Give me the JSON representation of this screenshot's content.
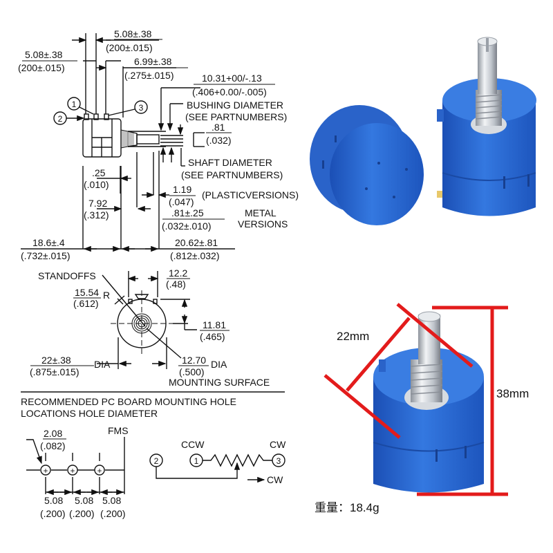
{
  "drawing": {
    "side_view": {
      "dim_pin_spacing_a": {
        "mm": "5.08±.38",
        "in": "(200±.015)"
      },
      "dim_pin_spacing_b": {
        "mm": "5.08±.38",
        "in": "(200±.015)"
      },
      "dim_pin3_offset": {
        "mm": "6.99±.38",
        "in": "(.275±.015)"
      },
      "dim_bushing": {
        "mm": "10.31+00/-.13",
        "in": "(.406+0.00/-.005)"
      },
      "bushing_label": [
        "BUSHING DIAMETER",
        "(SEE PARTNUMBERS)"
      ],
      "dim_flat": {
        "mm": ".81",
        "in": "(.032)"
      },
      "shaft_label": [
        "SHAFT DIAMETER",
        "(SEE PARTNUMBERS)"
      ],
      "dim_025": {
        "mm": ".25",
        "in": "(.010)"
      },
      "dim_plastic": {
        "mm": "1.19",
        "in": "(.047)",
        "note": "(PLASTICVERSIONS)"
      },
      "dim_792": {
        "mm": "7.92",
        "in": "(.312)"
      },
      "dim_metal": {
        "mm": ".81±.25",
        "in": "(.032±.010)",
        "note": [
          "METAL",
          "VERSIONS"
        ]
      },
      "dim_body": {
        "mm": "18.6±.4",
        "in": "(.732±.015)"
      },
      "dim_shaft_len": {
        "mm": "20.62±.81",
        "in": "(.812±.032)"
      },
      "pins": [
        "1",
        "2",
        "3"
      ]
    },
    "front_view": {
      "standoffs": "STANDOFFS",
      "dim_radius": {
        "mm": "15.54",
        "in": "(.612)",
        "suffix": "R"
      },
      "dim_122": {
        "mm": "12.2",
        "in": "(.48)"
      },
      "dim_1181": {
        "mm": "11.81",
        "in": "(.465)"
      },
      "dim_dia": {
        "mm": "22±.38",
        "in": "(.875±.015)",
        "suffix": "DIA"
      },
      "dim_1270": {
        "mm": "12.70",
        "in": "(.500)",
        "suffix": "DIA"
      },
      "mounting": "MOUNTING SURFACE"
    },
    "pcb": {
      "title": [
        "RECOMMENDED PC BOARD MOUNTING HOLE",
        "LOCATIONS HOLE DIAMETER"
      ],
      "dim_hole": {
        "mm": "2.08",
        "in": "(.082)"
      },
      "fms": "FMS",
      "spacing": [
        {
          "mm": "5.08",
          "in": "(.200)"
        },
        {
          "mm": "5.08",
          "in": "(.200)"
        },
        {
          "mm": "5.08",
          "in": "(.200)"
        }
      ]
    },
    "schematic": {
      "ccw": "CCW",
      "cw": "CW",
      "arrow_label": "CW",
      "pins": [
        "1",
        "2",
        "3"
      ]
    }
  },
  "photo": {
    "width_label": "22mm",
    "height_label": "38mm",
    "weight_label": "重量：18.4g",
    "colors": {
      "body": "#2f6fd6",
      "body_dark": "#1f52b0",
      "accent": "#e31b1b",
      "metal": "#c9ced6"
    }
  }
}
